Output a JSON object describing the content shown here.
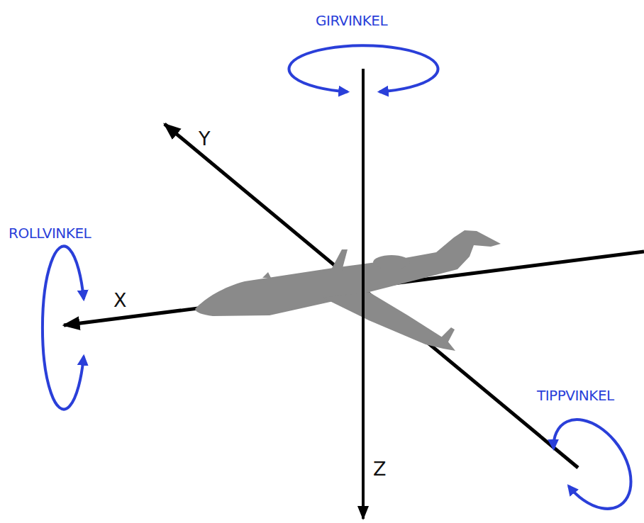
{
  "diagram": {
    "labels": [
      "GIRVINKEL",
      "ROLLVINKEL",
      "TIPPVINKEL",
      "Y",
      "X",
      "Z"
    ]
  }
}
